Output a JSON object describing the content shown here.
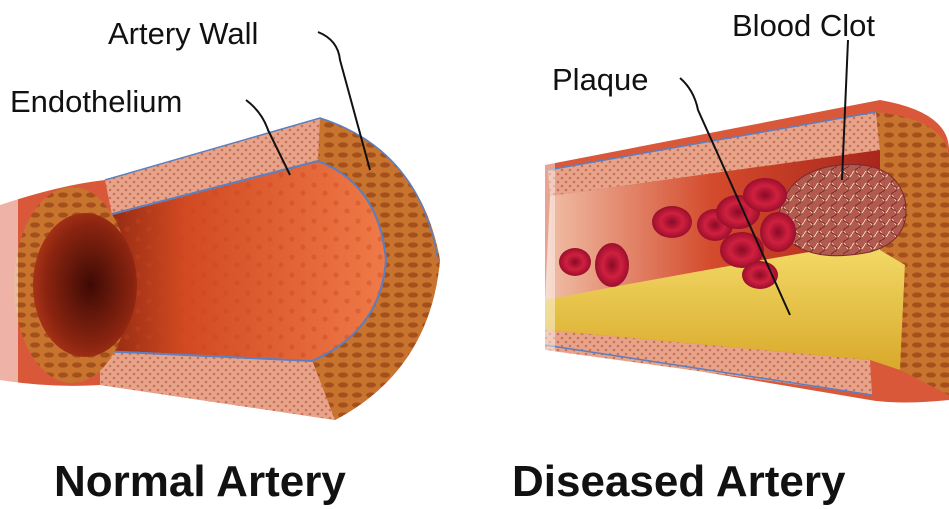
{
  "normal": {
    "caption": "Normal Artery",
    "labels": {
      "artery_wall": "Artery Wall",
      "endothelium": "Endothelium"
    }
  },
  "diseased": {
    "caption": "Diseased Artery",
    "labels": {
      "blood_clot": "Blood Clot",
      "plaque": "Plaque"
    }
  },
  "colors": {
    "outer_wall": "#d9583a",
    "wall_tissue": "#e39a7a",
    "muscle": "#c66a2e",
    "lumen": "#e2582a",
    "lumen_dark": "#8a2410",
    "endothelium_line": "#5b7fc0",
    "plaque": "#e8c640",
    "red_cell": "#c4163c",
    "clot": "#b55a4e"
  },
  "icons": {
    "red_blood_cell": "red-blood-cell-icon",
    "clot": "blood-clot-icon"
  }
}
